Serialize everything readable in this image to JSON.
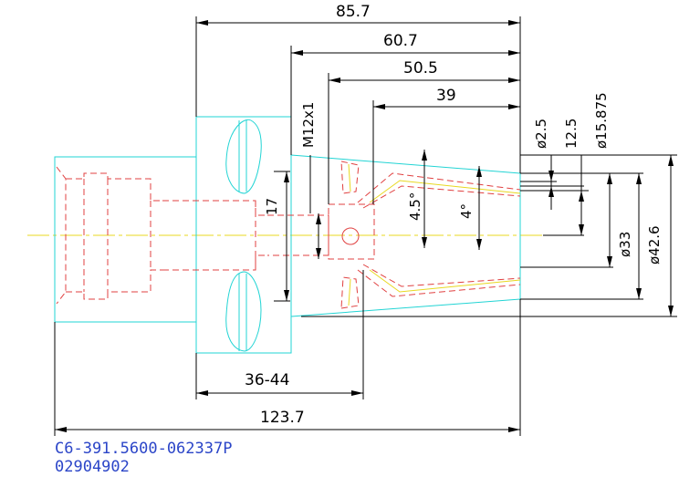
{
  "dimensions": {
    "overall_length": "123.7",
    "d_85_7": "85.7",
    "d_60_7": "60.7",
    "d_50_5": "50.5",
    "d_39": "39",
    "range_36_44": "36-44",
    "thread": "M12x1",
    "d_17": "17",
    "angle_outer": "4.5°",
    "angle_inner": "4°",
    "dia_2_5": "ø2.5",
    "d_12_5": "12.5",
    "dia_15_875": "ø15.875",
    "dia_33": "ø33",
    "dia_42_6": "ø42.6"
  },
  "title_block": {
    "part_number": "C6-391.5600-062337P",
    "id": "02904902"
  },
  "colors": {
    "outline": "#22d4d4",
    "hidden": "#e04040",
    "centerline": "#e8d820",
    "dimension": "#000000",
    "title": "#2b45c8"
  }
}
